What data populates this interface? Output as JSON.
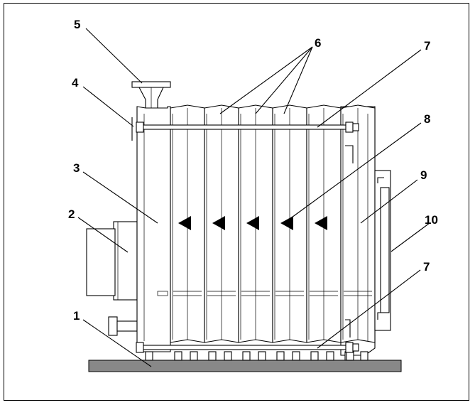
{
  "callouts": {
    "c1": "1",
    "c2": "2",
    "c3": "3",
    "c4": "4",
    "c5": "5",
    "c6": "6",
    "c7a": "7",
    "c7b": "7",
    "c8": "8",
    "c9": "9",
    "c10": "10"
  },
  "colors": {
    "base_plate": "#888888",
    "line": "#000000",
    "arrow": "#000000"
  },
  "sections": {
    "count": 6
  }
}
